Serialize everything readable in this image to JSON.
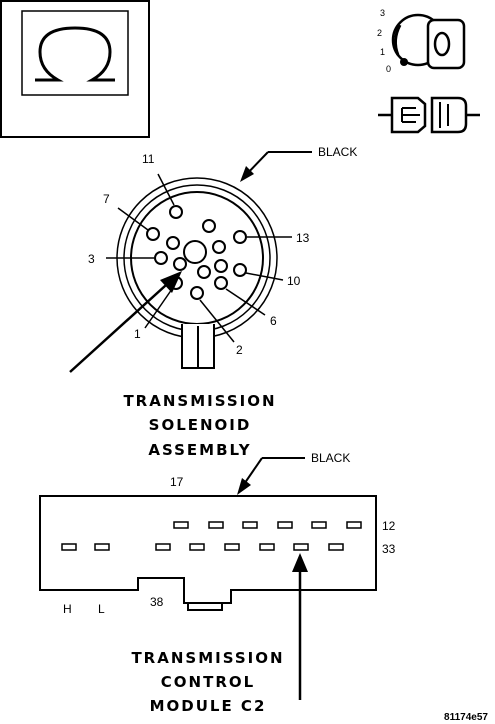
{
  "solenoid": {
    "color_label": "BLACK",
    "title_lines": [
      "TRANSMISSION",
      "SOLENOID",
      "ASSEMBLY"
    ],
    "pins": [
      {
        "num": "11"
      },
      {
        "num": "7"
      },
      {
        "num": "13"
      },
      {
        "num": "3"
      },
      {
        "num": "10"
      },
      {
        "num": "6"
      },
      {
        "num": "2"
      },
      {
        "num": "1"
      }
    ]
  },
  "ignition": {
    "positions": [
      "3",
      "2",
      "1",
      "0"
    ]
  },
  "module": {
    "color_label": "BLACK",
    "title_lines": [
      "TRANSMISSION",
      "CONTROL",
      "MODULE C2"
    ],
    "pin_17": "17",
    "pin_12": "12",
    "pin_33": "33",
    "pin_38": "38",
    "pin_h": "H",
    "pin_l": "L"
  },
  "figure_code": "81174e57",
  "colors": {
    "ink": "#000000",
    "paper": "#ffffff"
  }
}
